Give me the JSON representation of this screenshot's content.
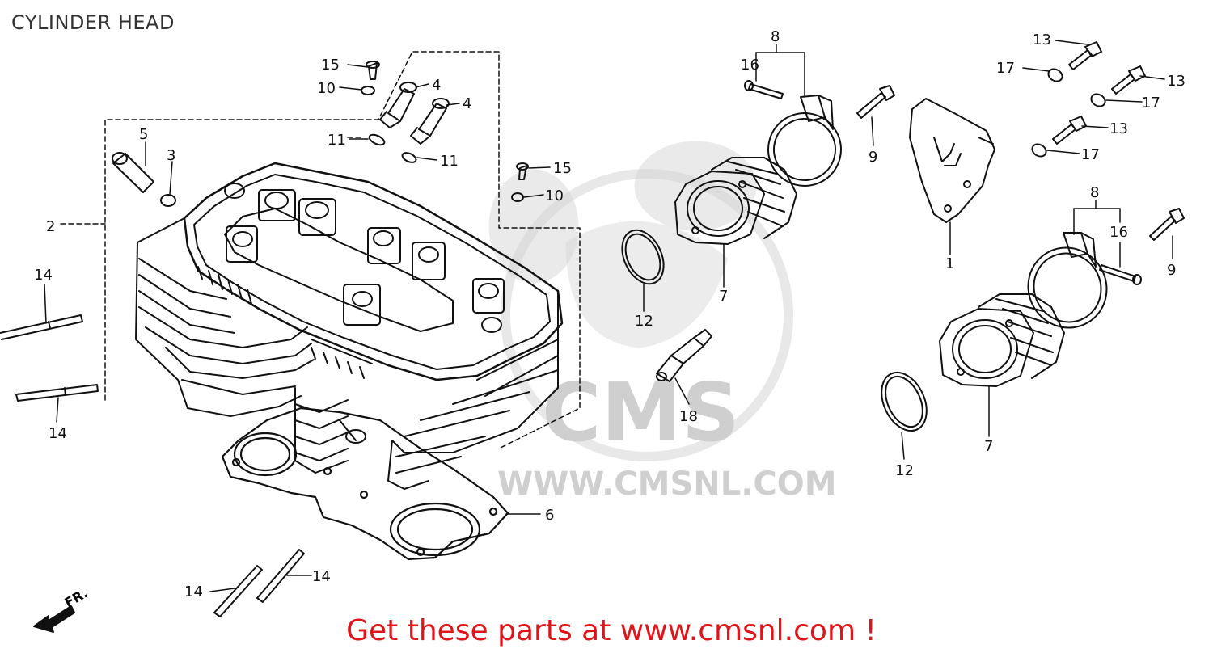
{
  "diagram": {
    "title": "CYLINDER HEAD",
    "watermark": {
      "brand": "CMS",
      "url": "WWW.CMSNL.COM"
    },
    "front_marker": "FR.",
    "callouts": {
      "c1": "1",
      "c2": "2",
      "c3": "3",
      "c4a": "4",
      "c4b": "4",
      "c5": "5",
      "c6": "6",
      "c7a": "7",
      "c7b": "7",
      "c8a": "8",
      "c8b": "8",
      "c9a": "9",
      "c9b": "9",
      "c10a": "10",
      "c10b": "10",
      "c11a": "11",
      "c11b": "11",
      "c12a": "12",
      "c12b": "12",
      "c13a": "13",
      "c13b": "13",
      "c13c": "13",
      "c14a": "14",
      "c14b": "14",
      "c14c": "14",
      "c14d": "14",
      "c15a": "15",
      "c15b": "15",
      "c16a": "16",
      "c16b": "16",
      "c17a": "17",
      "c17b": "17",
      "c17c": "17",
      "c18": "18"
    }
  },
  "footer": {
    "text": "Get these parts at www.cmsnl.com !"
  },
  "colors": {
    "line": "#111111",
    "footer_text": "#e0141b",
    "watermark": "#d4d4d4"
  }
}
